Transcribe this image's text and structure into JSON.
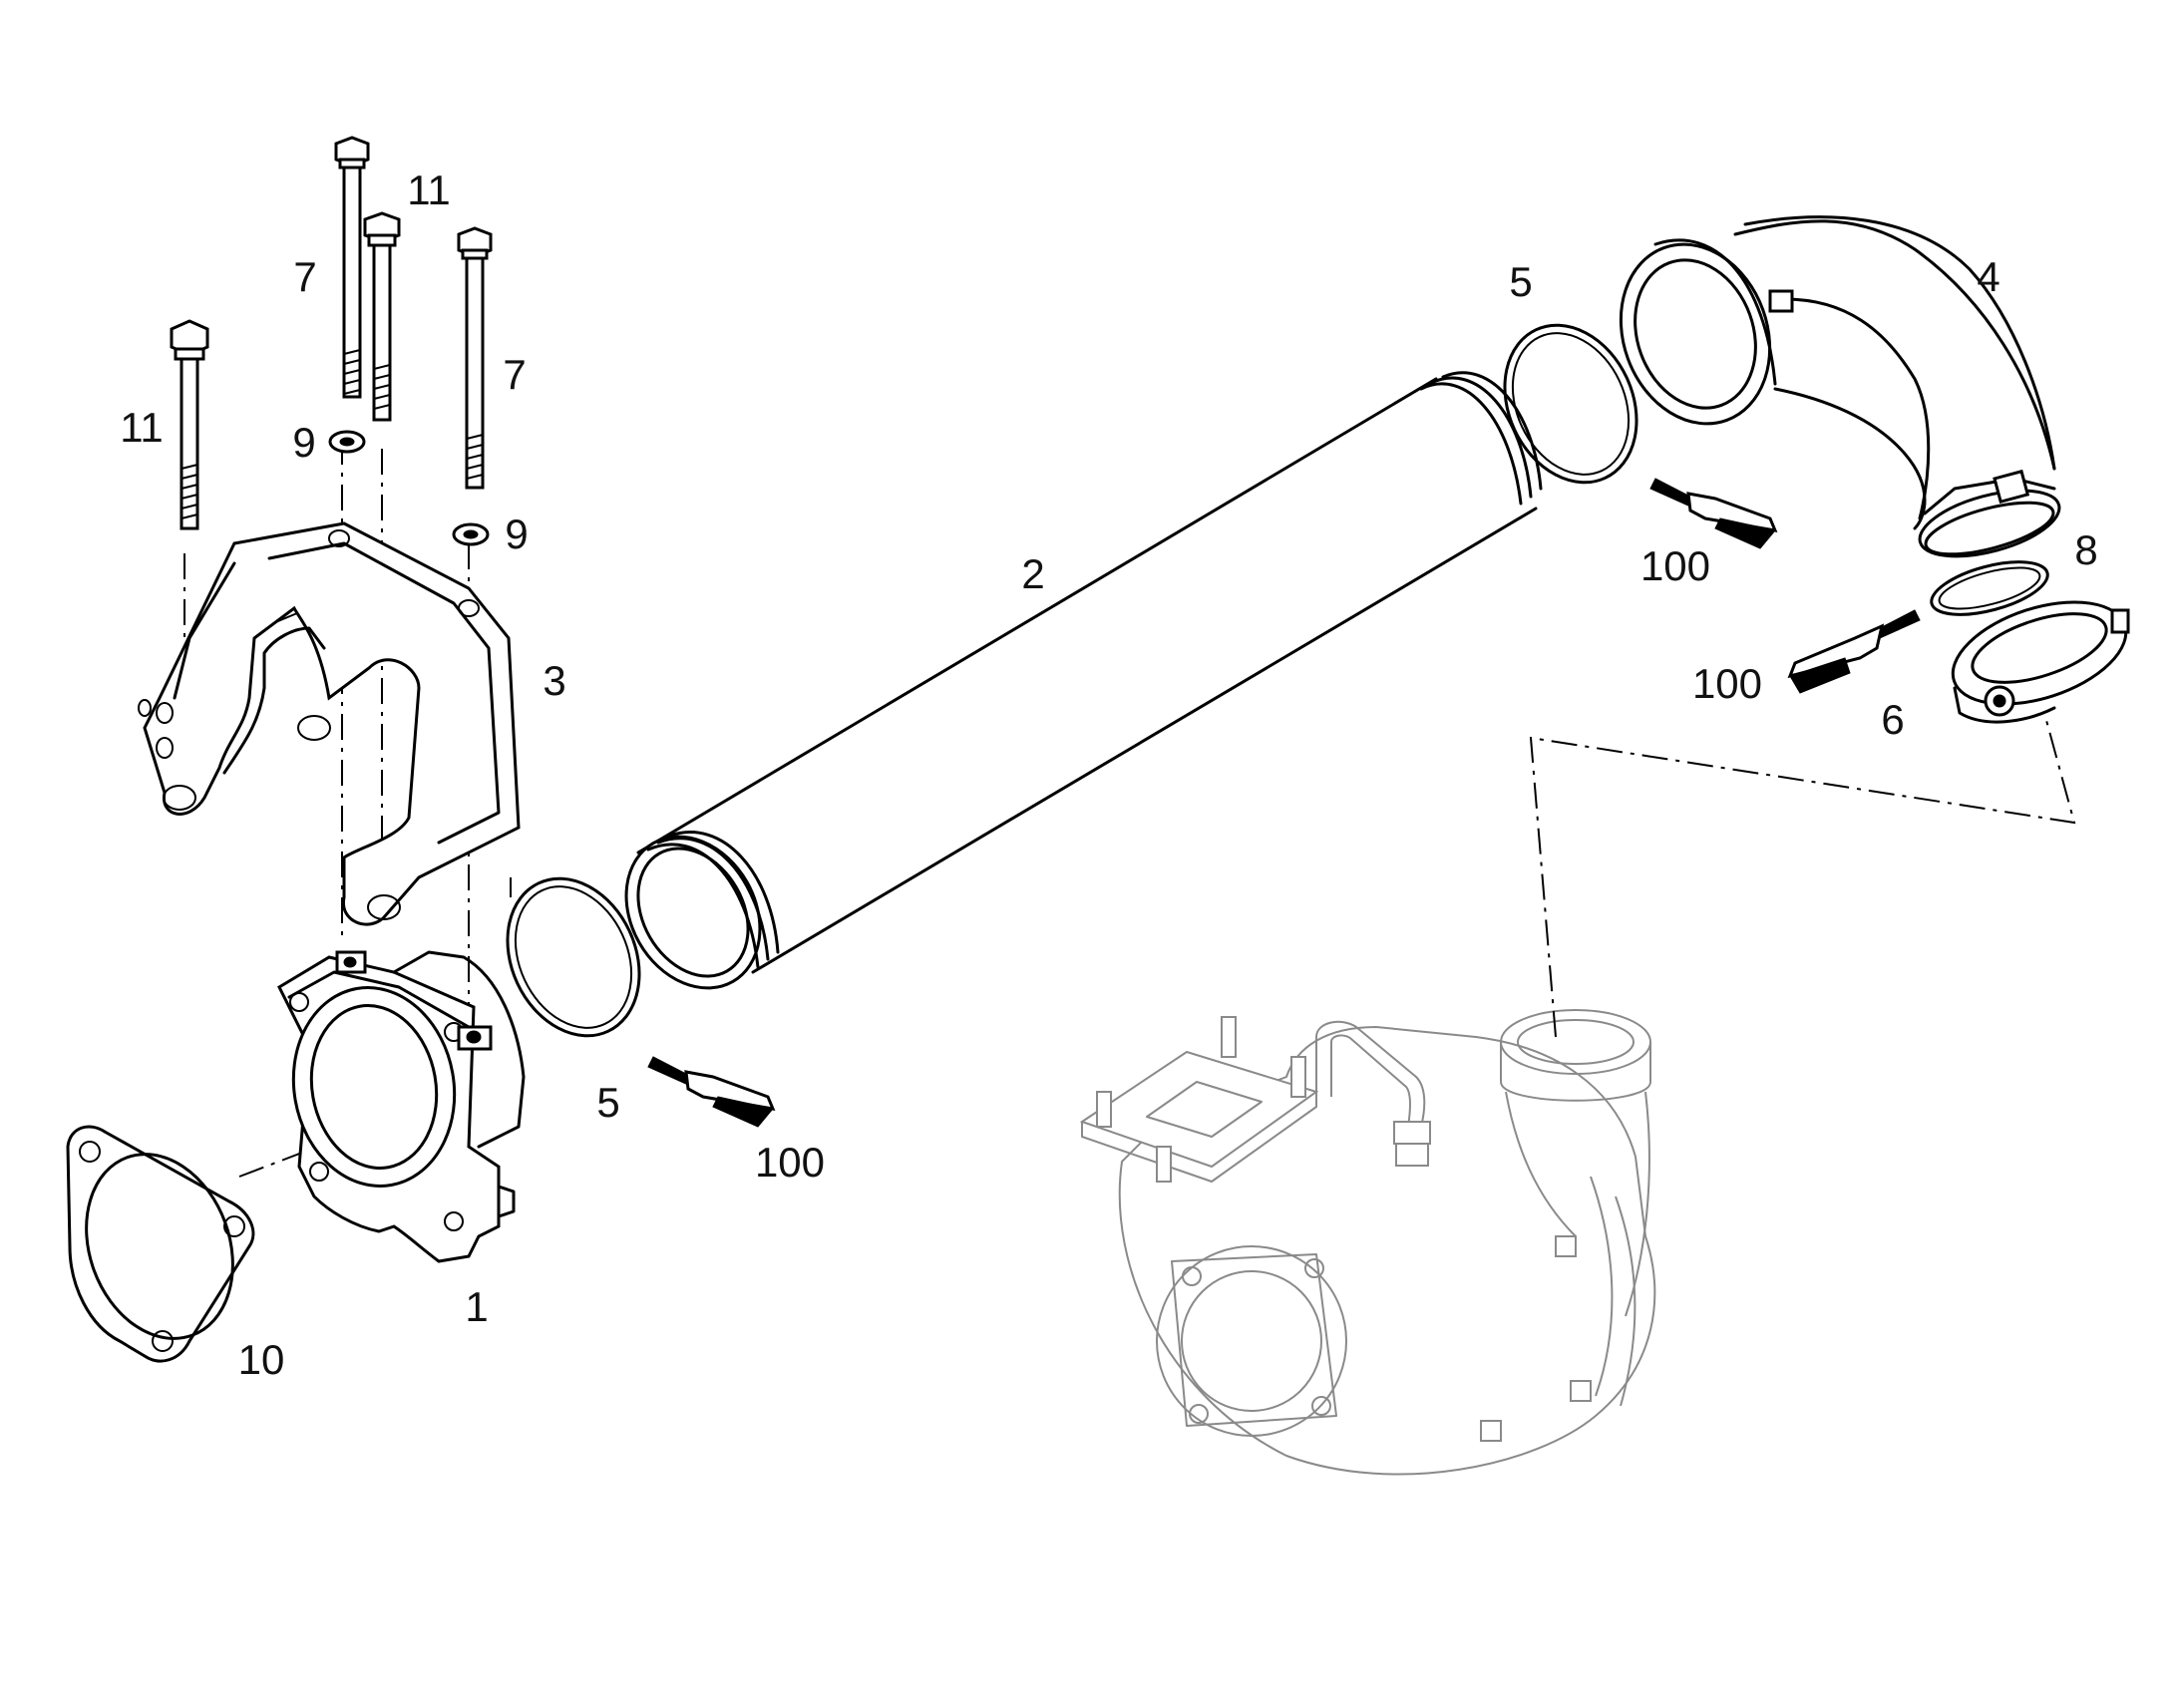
{
  "diagram": {
    "callouts": {
      "c1": "1",
      "c2": "2",
      "c3": "3",
      "c4": "4",
      "c5a": "5",
      "c5b": "5",
      "c6": "6",
      "c7a": "7",
      "c7b": "7",
      "c8": "8",
      "c9a": "9",
      "c9b": "9",
      "c10": "10",
      "c11a": "11",
      "c11b": "11",
      "c100a": "100",
      "c100b": "100",
      "c100c": "100"
    }
  }
}
